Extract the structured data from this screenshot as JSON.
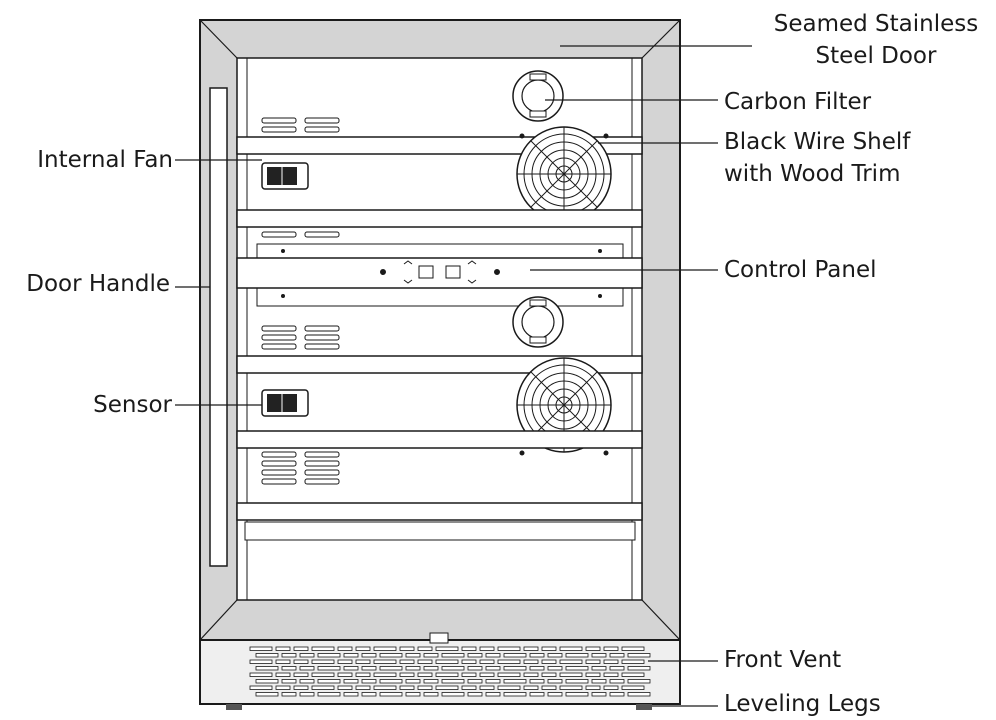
{
  "labels": {
    "door": [
      "Seamed Stainless",
      "Steel Door"
    ],
    "carbon_filter": "Carbon Filter",
    "shelf": [
      "Black Wire Shelf",
      "with Wood Trim"
    ],
    "internal_fan": "Internal Fan",
    "door_handle": "Door Handle",
    "control_panel": "Control Panel",
    "sensor": "Sensor",
    "front_vent": "Front Vent",
    "leveling_legs": "Leveling Legs"
  },
  "colors": {
    "door_frame": "#d4d4d4",
    "glass": "#ffffff",
    "line": "#1a1a1a",
    "vent_panel": "#efefef"
  }
}
